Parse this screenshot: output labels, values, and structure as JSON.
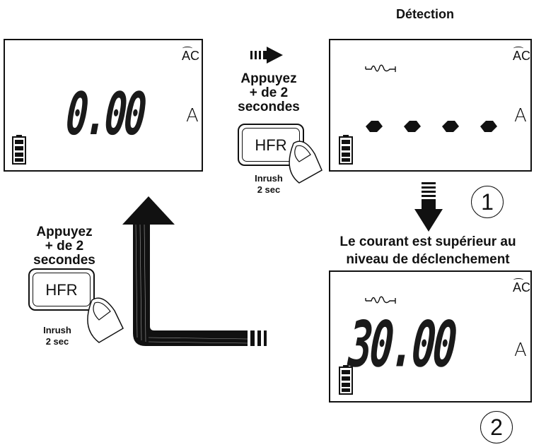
{
  "header": {
    "detection": "Détection"
  },
  "instructions": {
    "press_top": "Appuyez\n+ de 2\nsecondes",
    "press_left": "Appuyez\n+ de 2\nsecondes",
    "current_above": "Le courant est supérieur au\nniveau de déclenchement"
  },
  "button": {
    "label": "HFR",
    "sub": "Inrush\n2 sec"
  },
  "displays": {
    "d1": {
      "mode": "AC",
      "reading": "0.00",
      "unit": "A"
    },
    "d2": {
      "mode": "AC",
      "unit": "A"
    },
    "d3": {
      "mode": "AC",
      "reading": "30.00",
      "unit": "A"
    }
  },
  "steps": {
    "one": "1",
    "two": "2"
  },
  "icons": [
    "battery-icon",
    "waveform-icon",
    "arrow-right-icon",
    "arrow-down-icon",
    "arrow-up-icon",
    "finger-icon"
  ]
}
